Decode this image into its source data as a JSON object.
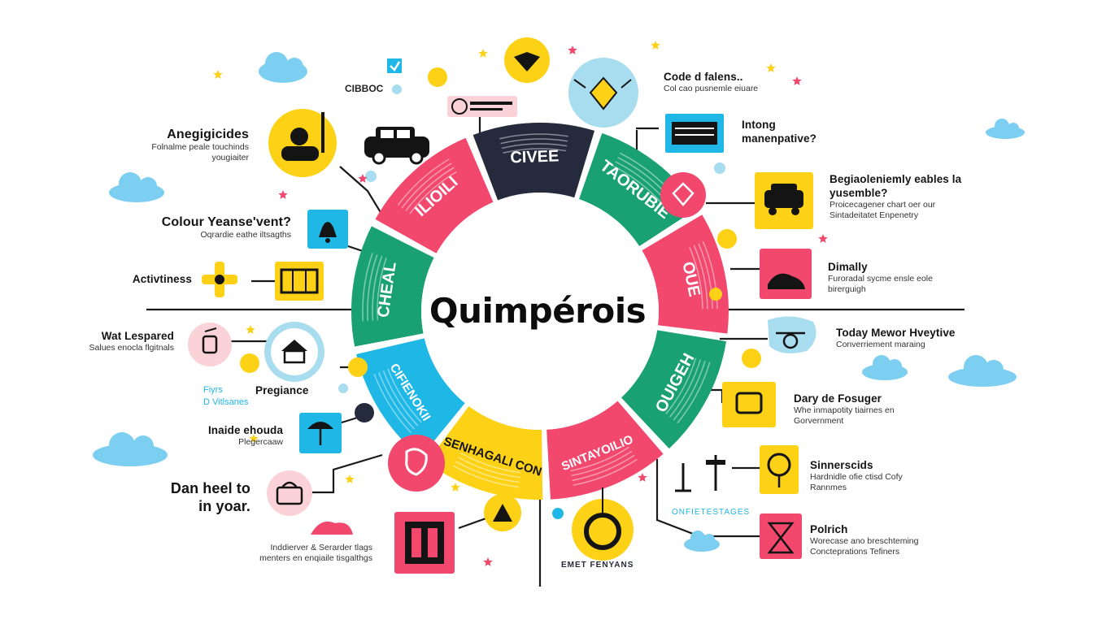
{
  "title": "Quimpérois",
  "colors": {
    "pink": "#f2486e",
    "green": "#1aa173",
    "yellow": "#fcd116",
    "navy": "#252a3c",
    "blue": "#1fb7e6",
    "light_blue": "#a8dcef",
    "cloud": "#6ccdf0"
  },
  "ring_segments": [
    {
      "label": "CIVEE",
      "color": "navy"
    },
    {
      "label": "TAORUBIE",
      "color": "green"
    },
    {
      "label": "OUE",
      "color": "pink"
    },
    {
      "label": "OUIGEH",
      "color": "green"
    },
    {
      "label": "SINTAYOILIO",
      "color": "pink"
    },
    {
      "label": "SENHAGALI CON",
      "color": "yellow"
    },
    {
      "label": "CIFIENOKII",
      "color": "blue"
    },
    {
      "label": "CHEAL",
      "color": "green"
    },
    {
      "label": "ILIOILI",
      "color": "pink"
    }
  ],
  "labels_left": [
    {
      "id": "anegiq",
      "title": "Anegigicides",
      "sub": "Folnalme peale touchinds yougiaiter"
    },
    {
      "id": "colour",
      "title": "Colour Yeanse'vent?",
      "sub": "Oqrardie eathe iltsagths"
    },
    {
      "id": "activ",
      "title": "Activtiness",
      "sub": ""
    },
    {
      "id": "watles",
      "title": "Wat Lespared",
      "sub": "Salues enocla flgitnals"
    },
    {
      "id": "preg",
      "title": "Pregiance",
      "sub": ""
    },
    {
      "id": "inaide",
      "title": "Inaide ehouda",
      "sub": "Plegercaaw"
    },
    {
      "id": "danheel",
      "title": "Dan heel to in yoar.",
      "sub": ""
    },
    {
      "id": "indiev",
      "title": "",
      "sub": "Inddierver & Serarder tlags menters en enqiaile tisgalthgs"
    }
  ],
  "labels_right": [
    {
      "id": "coded",
      "title": "Code d falens..",
      "sub": "Col cao pusnemle eiuare"
    },
    {
      "id": "intong",
      "title": "Intong manenpative?",
      "sub": ""
    },
    {
      "id": "beg",
      "title": "Begiaoleniemly eables la yusemble?",
      "sub": "Proicecagener chart oer our Sintadeitatet Enpenetry"
    },
    {
      "id": "dimally",
      "title": "Dimally",
      "sub": "Furoradal sycme ensle eole birerguigh"
    },
    {
      "id": "today",
      "title": "Today Mewor Hveytive",
      "sub": "Converriement maraing"
    },
    {
      "id": "dary",
      "title": "Dary de Fosuger",
      "sub": "Whe inmapotity tiairnes en Gorvernment"
    },
    {
      "id": "simer",
      "title": "Sinnerscids",
      "sub": "Hardnidle ofie ctisd Cofy Rannmes"
    },
    {
      "id": "polrich",
      "title": "Polrich",
      "sub": "Worecase ano breschteming Concteprations Tefiners"
    }
  ],
  "small_texts": {
    "cibboc": "CIBBOC",
    "fiyrs": "Fiyrs",
    "vitlsanes": "D Vitlsanes",
    "onfietstages": "ONFIETESTAGES",
    "emet": "EMET FENYANS"
  }
}
